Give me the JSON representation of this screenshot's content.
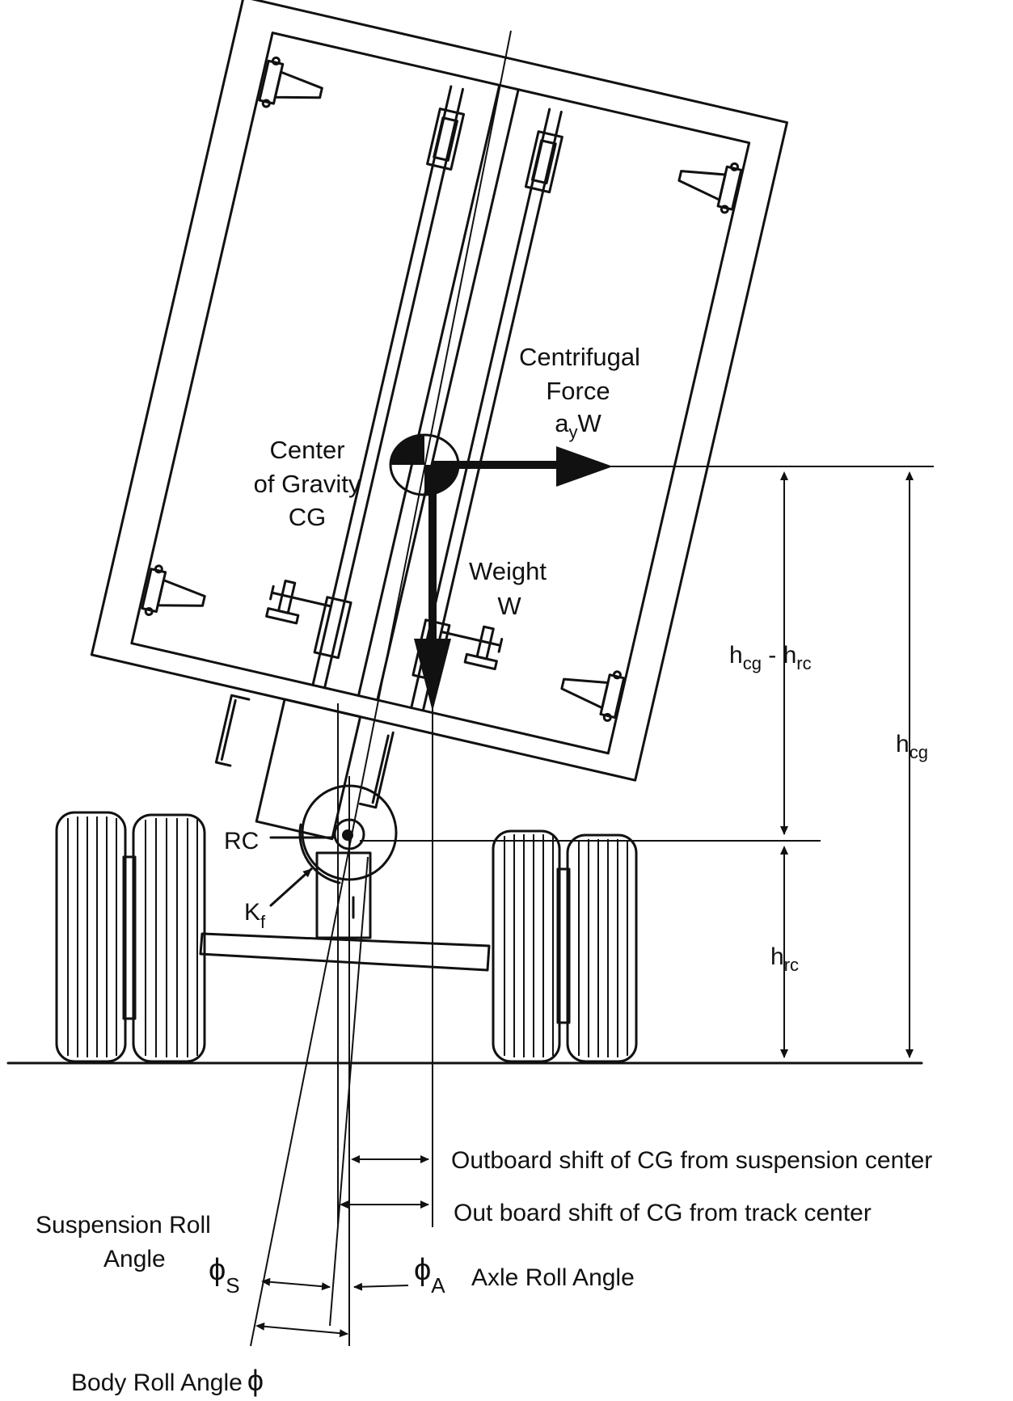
{
  "labels": {
    "centrifugal_line1": "Centrifugal",
    "centrifugal_line2": "Force",
    "centrifugal_line3_main": "a",
    "centrifugal_line3_sub": "y",
    "centrifugal_line3_tail": "W",
    "cg_line1": "Center",
    "cg_line2": "of Gravity",
    "cg_line3": "CG",
    "weight_line1": "Weight",
    "weight_line2": "W",
    "rc": "RC",
    "kf_main": "K",
    "kf_sub": "f",
    "hcg_minus_hrc_a": "h",
    "hcg_minus_hrc_a_sub": "cg",
    "hcg_minus_hrc_dash": " - ",
    "hcg_minus_hrc_b": "h",
    "hcg_minus_hrc_b_sub": "rc",
    "hcg_main": "h",
    "hcg_sub": "cg",
    "hrc_main": "h",
    "hrc_sub": "rc",
    "outboard_susp": "Outboard shift of CG from suspension center",
    "outboard_track": "Out board shift of CG from track center",
    "susp_roll_line1": "Suspension Roll",
    "susp_roll_line2": "Angle",
    "phi_s_main": "ϕ",
    "phi_s_sub": "S",
    "phi_a_main": "ϕ",
    "phi_a_sub": "A",
    "axle_roll": "Axle Roll Angle",
    "body_roll": "Body Roll Angle",
    "body_roll_phi": "ϕ"
  }
}
